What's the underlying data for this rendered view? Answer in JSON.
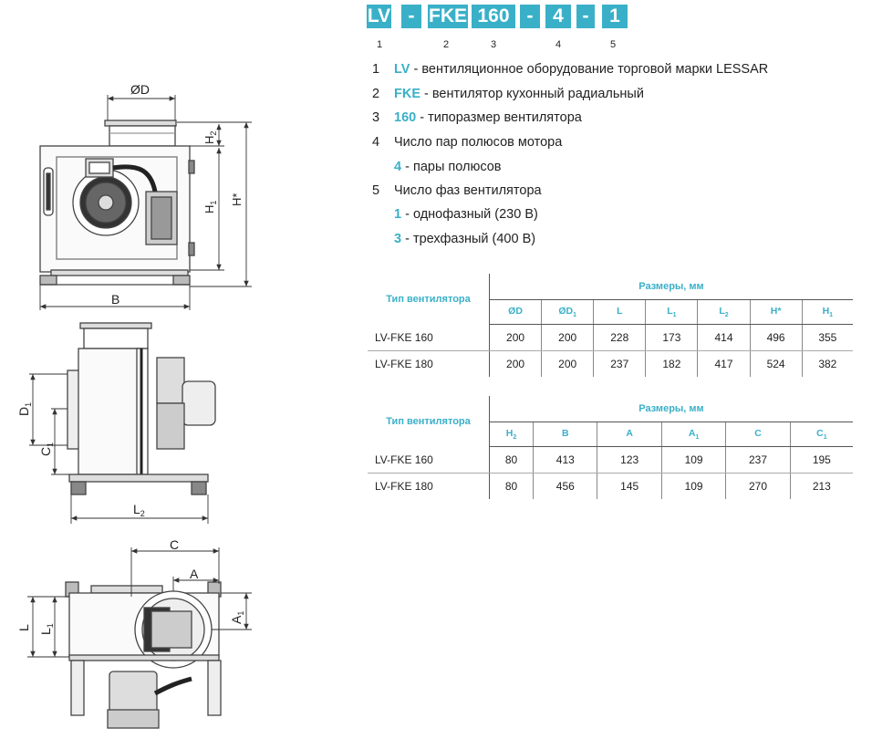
{
  "code": {
    "segments": [
      "LV",
      "-",
      "FKE",
      "160",
      "-",
      "4",
      "-",
      "1"
    ],
    "numbers": [
      "1",
      "2",
      "3",
      "4",
      "5"
    ]
  },
  "legend": [
    {
      "num": "1",
      "key": "LV",
      "text": " - вентиляционное оборудование торговой марки LESSAR"
    },
    {
      "num": "2",
      "key": "FKE",
      "text": " - вентилятор кухонный радиальный"
    },
    {
      "num": "3",
      "key": "160",
      "text": " - типоразмер вентилятора"
    },
    {
      "num": "4",
      "key": "",
      "text": "Число пар полюсов мотора"
    },
    {
      "num": "",
      "key": "4",
      "text": " - пары полюсов"
    },
    {
      "num": "5",
      "key": "",
      "text": "Число фаз вентилятора"
    },
    {
      "num": "",
      "key": "1",
      "text": " - однофазный (230 В)"
    },
    {
      "num": "",
      "key": "3",
      "text": " - трехфазный (400 В)"
    }
  ],
  "table1": {
    "name_header": "Тип вентилятора",
    "group_header": "Размеры, мм",
    "columns": [
      {
        "main": "ØD",
        "sub": ""
      },
      {
        "main": "ØD",
        "sub": "1"
      },
      {
        "main": "L",
        "sub": ""
      },
      {
        "main": "L",
        "sub": "1"
      },
      {
        "main": "L",
        "sub": "2"
      },
      {
        "main": "H*",
        "sub": ""
      },
      {
        "main": "H",
        "sub": "1"
      }
    ],
    "rows": [
      {
        "name": "LV-FKE 160",
        "values": [
          "200",
          "200",
          "228",
          "173",
          "414",
          "496",
          "355"
        ]
      },
      {
        "name": "LV-FKE 180",
        "values": [
          "200",
          "200",
          "237",
          "182",
          "417",
          "524",
          "382"
        ]
      }
    ]
  },
  "table2": {
    "name_header": "Тип вентилятора",
    "group_header": "Размеры, мм",
    "columns": [
      {
        "main": "H",
        "sub": "2"
      },
      {
        "main": "B",
        "sub": ""
      },
      {
        "main": "A",
        "sub": ""
      },
      {
        "main": "A",
        "sub": "1"
      },
      {
        "main": "C",
        "sub": ""
      },
      {
        "main": "C",
        "sub": "1"
      }
    ],
    "rows": [
      {
        "name": "LV-FKE 160",
        "values": [
          "80",
          "413",
          "123",
          "109",
          "237",
          "195"
        ]
      },
      {
        "name": "LV-FKE 180",
        "values": [
          "80",
          "456",
          "145",
          "109",
          "270",
          "213"
        ]
      }
    ]
  },
  "drawing": {
    "front": {
      "od": "ØD",
      "h2": "H",
      "h2_sub": "2",
      "h1": "H",
      "h1_sub": "1",
      "h": "H*",
      "b": "B"
    },
    "side": {
      "d": "D",
      "d_sub": "1",
      "c": "C",
      "c_sub": "1",
      "l": "L",
      "l_sub": "2"
    },
    "top": {
      "c": "C",
      "a": "A",
      "a1": "A",
      "a1_sub": "1",
      "l": "L",
      "l1": "L",
      "l1_sub": "1"
    }
  }
}
